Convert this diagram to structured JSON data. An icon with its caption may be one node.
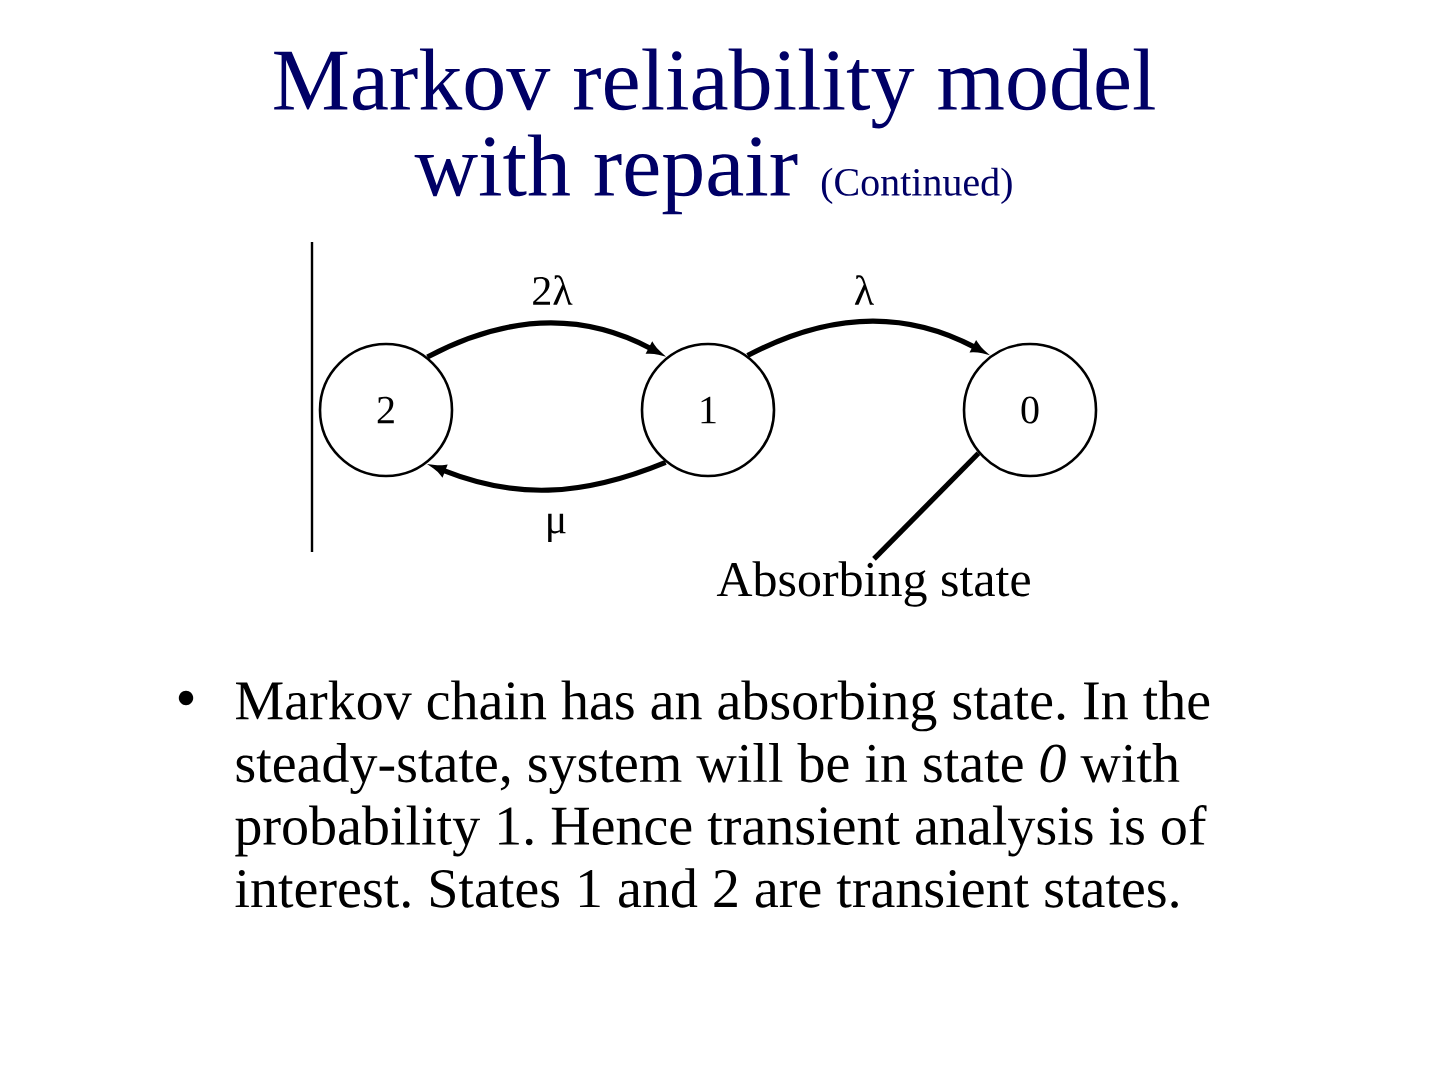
{
  "diagram": {
    "title": "Markov reliability model with repair (Continued)",
    "nodes": [
      {
        "text": [
          "2"
        ]
      },
      {
        "text": [
          "1"
        ]
      },
      {
        "text": [
          "0"
        ]
      },
      {
        "text": [
          "Absorbing state"
        ]
      }
    ],
    "edges": [
      {
        "from": 0,
        "to": 1,
        "arrow": "to",
        "label": "2λ"
      },
      {
        "from": 1,
        "to": 2,
        "arrow": "to",
        "label": "λ"
      },
      {
        "from": 1,
        "to": 0,
        "arrow": "to",
        "label": "μ"
      },
      {
        "from": 3,
        "to": 2,
        "arrow": "none"
      }
    ],
    "labels": [
      "Markov chain has an absorbing state. In the steady-state, system will be in state *0* with probability 1. Hence transient analysis is of interest. States 1 and 2 are transient states."
    ]
  }
}
